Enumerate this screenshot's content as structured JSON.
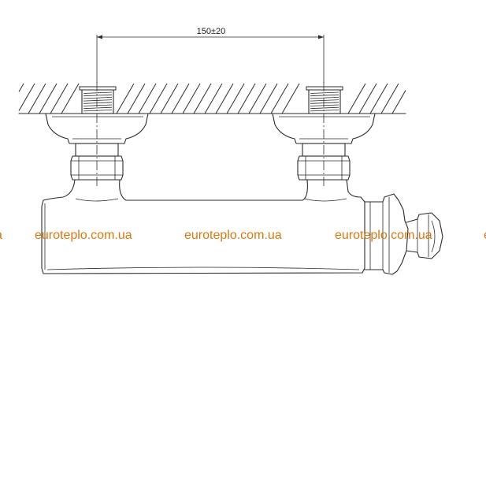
{
  "dimension": {
    "label": "150±20"
  },
  "watermark": {
    "text": "euroteplo.com.ua",
    "partial_left": "a",
    "partial_right": "e",
    "color": "#d9780f"
  },
  "colors": {
    "line": "#2b2b2b",
    "background": "#ffffff"
  }
}
